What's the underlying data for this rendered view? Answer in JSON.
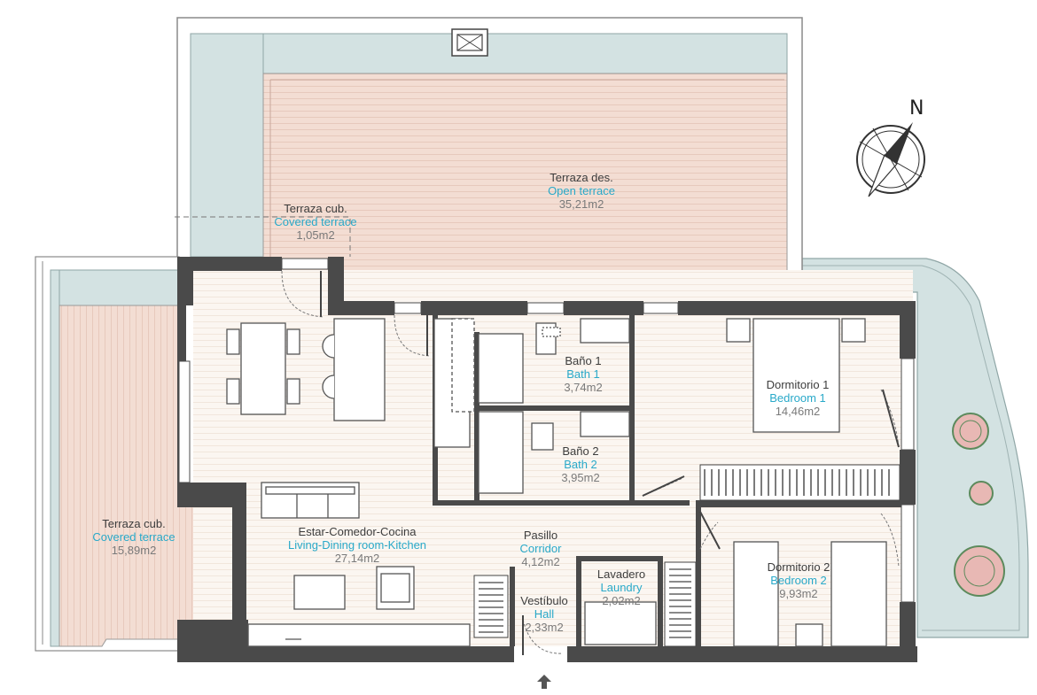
{
  "colors": {
    "wall": "#4a4a4a",
    "floor": "#fbf6f1",
    "floor_line": "#ecdcd0",
    "terrace": "#f1dbd1",
    "terrace_line": "#e2bdb0",
    "outdoor": "#d3e2e2",
    "label_es": "#3d3d3d",
    "label_en": "#29a9c9",
    "label_area": "#7a7a7a",
    "furniture": "#555555"
  },
  "compass": {
    "label": "N",
    "icon": "compass-rose-icon"
  },
  "entrance": {
    "icon": "entrance-arrow-icon"
  },
  "rooms": {
    "open_terrace": {
      "es": "Terraza des.",
      "en": "Open terrace",
      "area": "35,21m2"
    },
    "covered_top": {
      "es": "Terraza cub.",
      "en": "Covered terrace",
      "area": "1,05m2"
    },
    "covered_left": {
      "es": "Terraza cub.",
      "en": "Covered terrace",
      "area": "15,89m2"
    },
    "living": {
      "es": "Estar-Comedor-Cocina",
      "en": "Living-Dining room-Kitchen",
      "area": "27,14m2"
    },
    "bath1": {
      "es": "Baño 1",
      "en": "Bath 1",
      "area": "3,74m2"
    },
    "bath2": {
      "es": "Baño 2",
      "en": "Bath 2",
      "area": "3,95m2"
    },
    "bedroom1": {
      "es": "Dormitorio 1",
      "en": "Bedroom 1",
      "area": "14,46m2"
    },
    "bedroom2": {
      "es": "Dormitorio 2",
      "en": "Bedroom 2",
      "area": "9,93m2"
    },
    "corridor": {
      "es": "Pasillo",
      "en": "Corridor",
      "area": "4,12m2"
    },
    "laundry": {
      "es": "Lavadero",
      "en": "Laundry",
      "area": "2,02m2"
    },
    "hall": {
      "es": "Vestíbulo",
      "en": "Hall",
      "area": "2,33m2"
    }
  }
}
